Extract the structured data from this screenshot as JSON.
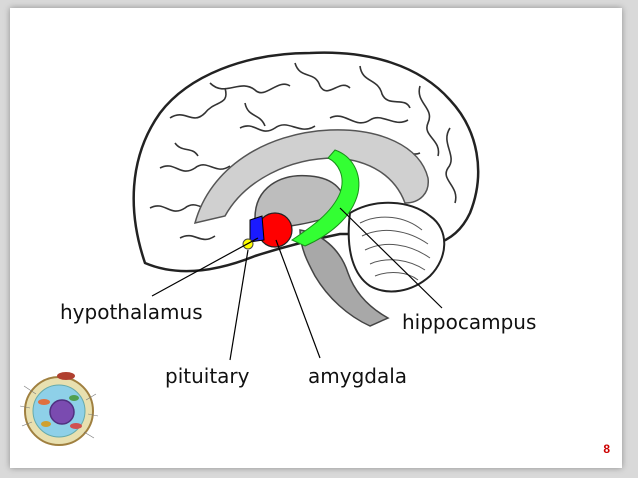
{
  "labels": {
    "hypothalamus": "hypothalamus",
    "pituitary": "pituitary",
    "amygdala": "amygdala",
    "hippocampus": "hippocampus"
  },
  "page_number": "8",
  "colors": {
    "hippocampus": "#33ff33",
    "amygdala": "#ff0000",
    "hypothalamus": "#1a1aff",
    "pituitary": "#ffff00",
    "cerebellum_brainstem": "#a8a8a8",
    "midbrain": "#c0c0c0",
    "corpus_callosum": "#d0d0d0",
    "page_number": "#cc0000"
  },
  "icons": [
    "brain-diagram",
    "cell-illustration-icon"
  ]
}
